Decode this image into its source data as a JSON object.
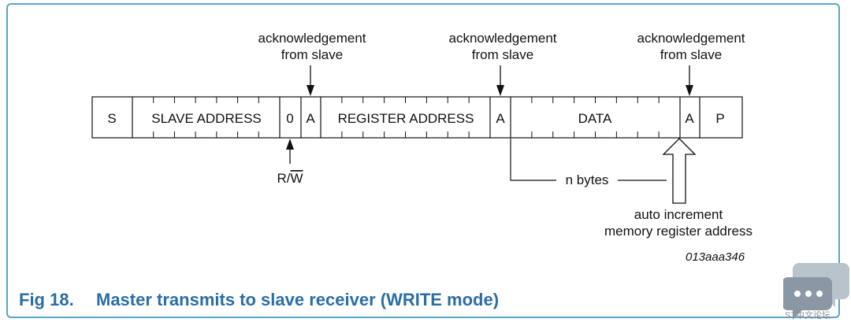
{
  "diagram": {
    "fields": [
      {
        "key": "s",
        "label": "S"
      },
      {
        "key": "slave_address",
        "label": "SLAVE ADDRESS"
      },
      {
        "key": "rw",
        "label": "0"
      },
      {
        "key": "ack1",
        "label": "A"
      },
      {
        "key": "register_address",
        "label": "REGISTER ADDRESS"
      },
      {
        "key": "ack2",
        "label": "A"
      },
      {
        "key": "data",
        "label": "DATA"
      },
      {
        "key": "ack3",
        "label": "A"
      },
      {
        "key": "p",
        "label": "P"
      }
    ],
    "ack_label": [
      "acknowledgement",
      "from slave"
    ],
    "rw_label": "R/W",
    "rw_prefix": "R/",
    "rw_overlined": "W",
    "n_bytes": "n bytes",
    "auto_increment": [
      "auto increment",
      "memory register address"
    ],
    "figure_id": "013aaa346"
  },
  "caption": {
    "number": "Fig 18.",
    "title": "Master transmits to slave receiver (WRITE mode)"
  },
  "watermark": {
    "text": "ST中文论坛",
    "icon": "speech-bubble-icon"
  },
  "colors": {
    "caption": "#2b6ea3",
    "frame_border": "#5aa5cc",
    "watermark": "#8a98a6"
  }
}
